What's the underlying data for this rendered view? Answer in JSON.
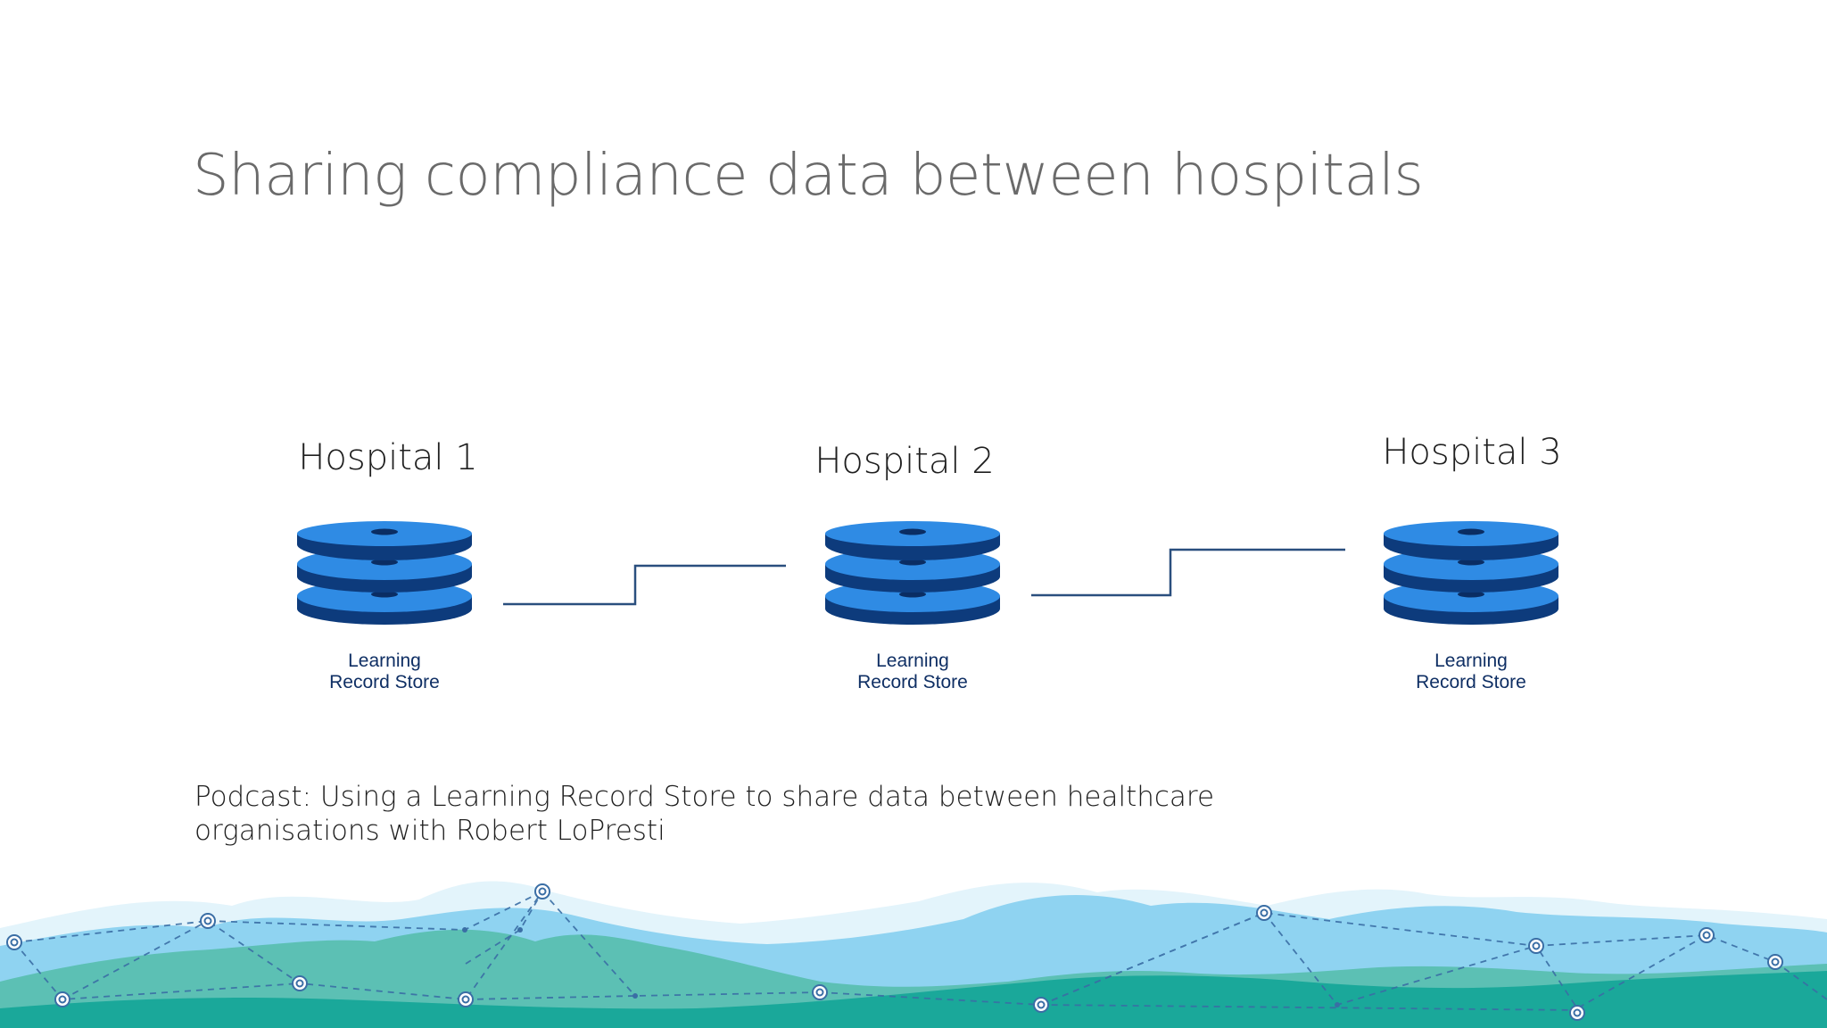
{
  "slide": {
    "title": "Sharing compliance data between hospitals",
    "caption": "Podcast: Using a Learning Record Store to share data between healthcare organisations with Robert LoPresti"
  },
  "nodes": [
    {
      "label": "Hospital 1",
      "store_line1": "Learning",
      "store_line2": "Record Store"
    },
    {
      "label": "Hospital 2",
      "store_line1": "Learning",
      "store_line2": "Record Store"
    },
    {
      "label": "Hospital 3",
      "store_line1": "Learning",
      "store_line2": "Record Store"
    }
  ],
  "colors": {
    "db_top": "#2f8be4",
    "db_side": "#0d3b7c",
    "db_hole": "#0a2d63",
    "connector": "#2a4f7e",
    "label_text": "#0f2f64",
    "mountain_light": "#aee0f5",
    "mountain_mid": "#74c7ec",
    "mountain_teal": "#5cc0b4",
    "mountain_dark": "#1aa89a",
    "network_line": "#3a6ea5"
  },
  "icons": {
    "database": "database-stack-icon",
    "decoration": "mountain-network-decoration"
  }
}
